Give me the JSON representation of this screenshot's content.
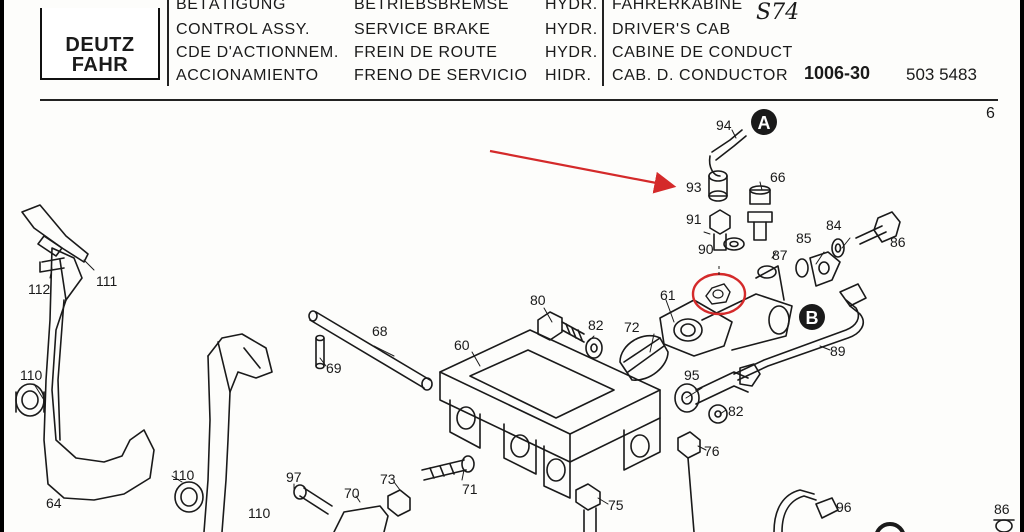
{
  "header": {
    "logo_line1": "DEUTZ",
    "logo_line2": "FAHR",
    "col1": [
      "BETÄTIGUNG",
      "CONTROL ASSY.",
      "CDE D'ACTIONNEM.",
      "ACCIONAMIENTO"
    ],
    "col2": [
      "BETRIEBSBREMSE",
      "SERVICE BRAKE",
      "FREIN DE ROUTE",
      "FRENO DE SERVICIO"
    ],
    "col3": [
      "HYDR.",
      "HYDR.",
      "HYDR.",
      "HIDR."
    ],
    "col4": [
      "FAHRERKABINE",
      "DRIVER'S CAB",
      "CABINE DE CONDUCT",
      "CAB. D. CONDUCTOR"
    ],
    "model_handwritten": "S74",
    "ref_group": "1006-30",
    "ref_number": "503 5483",
    "page_number": "6"
  },
  "part_labels": [
    "94",
    "93",
    "91",
    "90",
    "66",
    "84",
    "86",
    "85",
    "87",
    "61",
    "72",
    "80",
    "82",
    "60",
    "68",
    "69",
    "95",
    "82",
    "76",
    "75",
    "89",
    "112",
    "111",
    "110",
    "110",
    "64",
    "97",
    "73",
    "71",
    "70",
    "110",
    "96",
    "86"
  ],
  "connection_markers": [
    "A",
    "B"
  ],
  "annotation_colors": {
    "arrow": "#d42a2a",
    "circle": "#d42a2a",
    "ink": "#1a1a1a"
  }
}
